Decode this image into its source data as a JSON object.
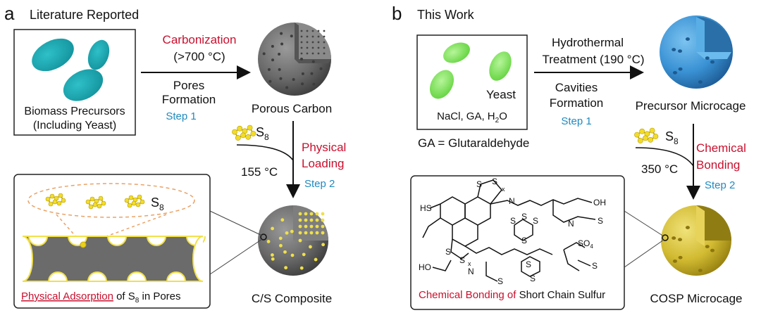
{
  "panel_a": {
    "letter": "a",
    "title": "Literature Reported",
    "precursor_label_1": "Biomass Precursors",
    "precursor_label_2": "(Including Yeast)",
    "step1_top": "Carbonization",
    "step1_temp": "(>700 °C)",
    "step1_bottom_1": "Pores",
    "step1_bottom_2": "Formation",
    "step1_tag": "Step 1",
    "porous_carbon": "Porous Carbon",
    "s8": "S",
    "s8_sub": "8",
    "step2_temp": "155 °C",
    "step2_label_1": "Physical",
    "step2_label_2": "Loading",
    "step2_tag": "Step 2",
    "composite": "C/S Composite",
    "inset_s8": "S",
    "inset_s8_sub": "8",
    "inset_caption_red": "Physical Adsorption",
    "inset_caption_black_1": " of S",
    "inset_caption_sub": "8",
    "inset_caption_black_2": " in Pores",
    "colors": {
      "cell": "#1aa6b0",
      "sphere": "#6f6f6f",
      "sulfur": "#e8d21e"
    }
  },
  "panel_b": {
    "letter": "b",
    "title": "This Work",
    "yeast": "Yeast",
    "reagents": "NaCl, GA, H",
    "reagents_sub": "2",
    "reagents_end": "O",
    "ga_def": "GA = Glutaraldehyde",
    "step1_top_1": "Hydrothermal",
    "step1_top_2": "Treatment (190 °C)",
    "step1_bottom_1": "Cavities",
    "step1_bottom_2": "Formation",
    "step1_tag": "Step 1",
    "precursor_microcage": "Precursor Microcage",
    "s8": "S",
    "s8_sub": "8",
    "step2_temp": "350 °C",
    "step2_label_1": "Chemical",
    "step2_label_2": "Bonding",
    "step2_tag": "Step 2",
    "product": "COSP Microcage",
    "inset_caption_red": "Chemical Bonding of",
    "inset_caption_black": " Short Chain Sulfur",
    "struct_labels": {
      "hs": "HS",
      "oh": "OH",
      "s": "S",
      "so4": "SO",
      "so4_sub": "4",
      "n": "N",
      "ho": "HO",
      "sx": "x"
    },
    "colors": {
      "cell": "#7ee05a",
      "sphere": "#3a97d6",
      "product": "#d9c43a"
    }
  }
}
